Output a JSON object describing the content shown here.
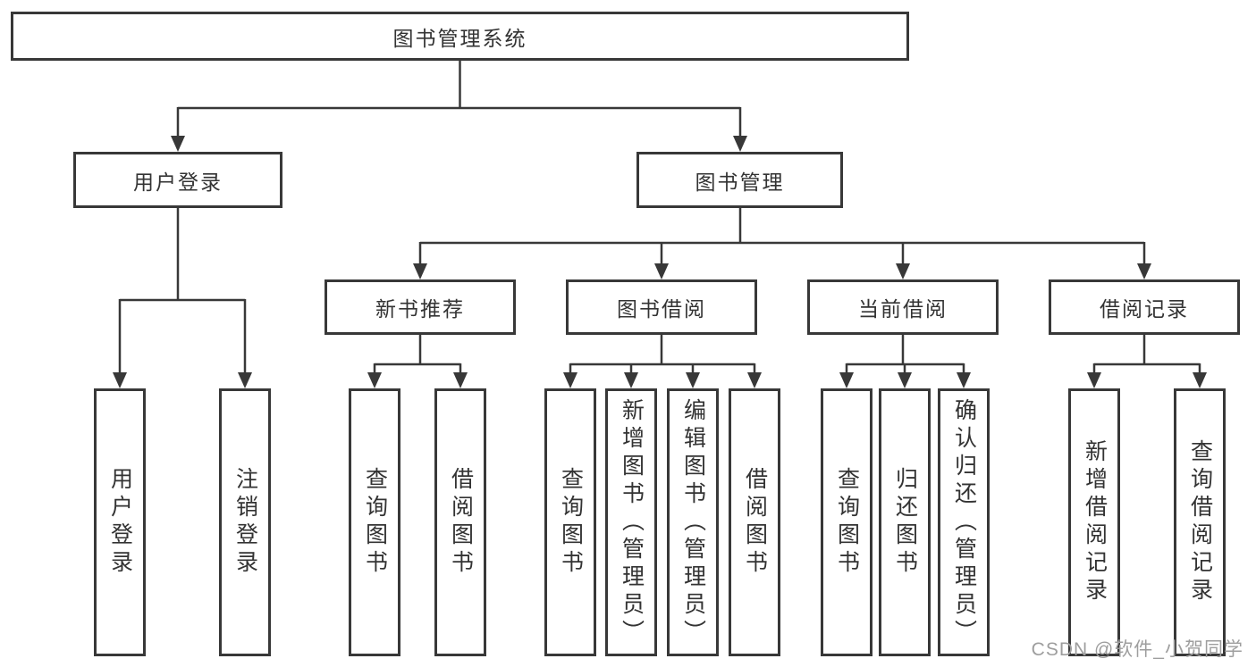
{
  "diagram": {
    "watermark": "CSDN @软件_小贺同学",
    "colors": {
      "line": "#383838",
      "text": "#333333",
      "background": "#ffffff",
      "watermark": "#9e9e9e"
    },
    "tree": {
      "root": "图书管理系统",
      "branches": [
        {
          "label": "用户登录",
          "children": [
            {
              "label": "用户登录"
            },
            {
              "label": "注销登录"
            }
          ]
        },
        {
          "label": "图书管理",
          "children": [
            {
              "label": "新书推荐",
              "children": [
                {
                  "label": "查询图书"
                },
                {
                  "label": "借阅图书"
                }
              ]
            },
            {
              "label": "图书借阅",
              "children": [
                {
                  "label": "查询图书"
                },
                {
                  "label": "新增图书（管理员）"
                },
                {
                  "label": "编辑图书（管理员）"
                },
                {
                  "label": "借阅图书"
                }
              ]
            },
            {
              "label": "当前借阅",
              "children": [
                {
                  "label": "查询图书"
                },
                {
                  "label": "归还图书"
                },
                {
                  "label": "确认归还（管理员）"
                }
              ]
            },
            {
              "label": "借阅记录",
              "children": [
                {
                  "label": "新增借阅记录"
                },
                {
                  "label": "查询借阅记录"
                }
              ]
            }
          ]
        }
      ]
    }
  }
}
